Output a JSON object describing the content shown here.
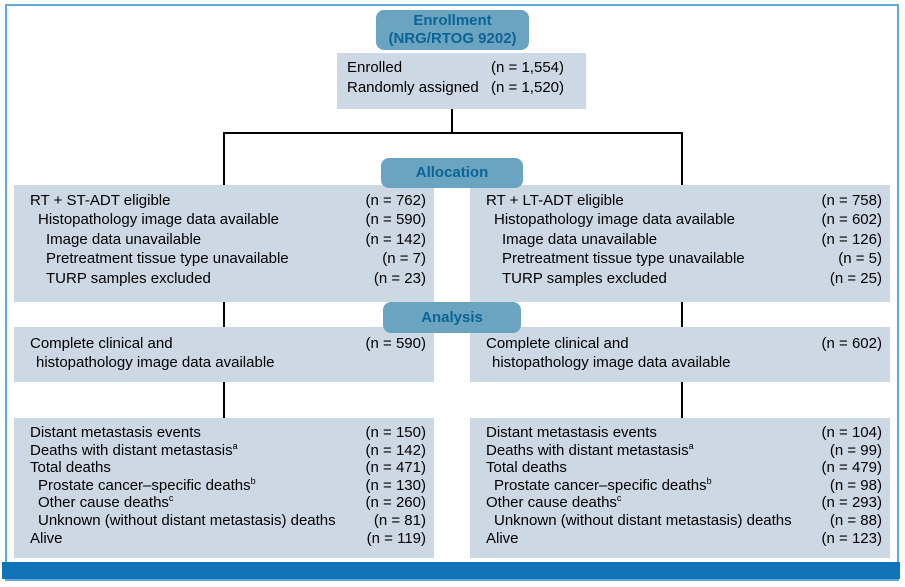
{
  "colors": {
    "header_fill": "#6ba4c1",
    "header_text": "#0b6494",
    "box_fill": "#ccd8e4",
    "connector": "#000000",
    "outer_border": "#63a8da",
    "footer_bar": "#0f74b8"
  },
  "enrollment": {
    "header_line1": "Enrollment",
    "header_line2": "(NRG/RTOG 9202)",
    "rows": [
      {
        "label": "Enrolled",
        "value": "(n = 1,554)"
      },
      {
        "label": "Randomly assigned",
        "value": "(n = 1,520)"
      }
    ]
  },
  "allocation": {
    "header": "Allocation",
    "left": {
      "rows": [
        {
          "label": "RT + ST-ADT eligible",
          "value": "(n = 762)"
        },
        {
          "label": "Histopathology image data available",
          "value": "(n = 590)"
        },
        {
          "label": "Image data unavailable",
          "value": "(n = 142)"
        },
        {
          "label": "Pretreatment tissue type unavailable",
          "value": "(n = 7)"
        },
        {
          "label": "TURP samples excluded",
          "value": "(n = 23)"
        }
      ]
    },
    "right": {
      "rows": [
        {
          "label": "RT + LT-ADT eligible",
          "value": "(n = 758)"
        },
        {
          "label": "Histopathology image data available",
          "value": "(n = 602)"
        },
        {
          "label": "Image data unavailable",
          "value": "(n = 126)"
        },
        {
          "label": "Pretreatment tissue type unavailable",
          "value": "(n = 5)"
        },
        {
          "label": "TURP samples excluded",
          "value": "(n = 25)"
        }
      ]
    }
  },
  "analysis": {
    "header": "Analysis",
    "left": {
      "line1": "Complete clinical and",
      "line2": "histopathology image data available",
      "value": "(n = 590)"
    },
    "right": {
      "line1": "Complete clinical and",
      "line2": "histopathology image data available",
      "value": "(n = 602)"
    }
  },
  "outcomes": {
    "left": {
      "rows": [
        {
          "label": "Distant metastasis events",
          "sup": "",
          "value": "(n = 150)"
        },
        {
          "label": "Deaths with distant metastasis",
          "sup": "a",
          "value": "(n = 142)"
        },
        {
          "label": "Total deaths",
          "sup": "",
          "value": "(n = 471)"
        },
        {
          "label": "Prostate cancer–specific deaths",
          "sup": "b",
          "value": "(n = 130)"
        },
        {
          "label": "Other cause deaths",
          "sup": "c",
          "value": "(n = 260)"
        },
        {
          "label": "Unknown (without distant metastasis) deaths",
          "sup": "",
          "value": "(n = 81)"
        },
        {
          "label": "Alive",
          "sup": "",
          "value": "(n = 119)"
        }
      ]
    },
    "right": {
      "rows": [
        {
          "label": "Distant metastasis events",
          "sup": "",
          "value": "(n = 104)"
        },
        {
          "label": "Deaths with distant metastasis",
          "sup": "a",
          "value": "(n = 99)"
        },
        {
          "label": "Total deaths",
          "sup": "",
          "value": "(n = 479)"
        },
        {
          "label": "Prostate cancer–specific deaths",
          "sup": "b",
          "value": "(n = 98)"
        },
        {
          "label": "Other cause deaths",
          "sup": "c",
          "value": "(n = 293)"
        },
        {
          "label": "Unknown (without distant metastasis) deaths",
          "sup": "",
          "value": "(n = 88)"
        },
        {
          "label": "Alive",
          "sup": "",
          "value": "(n = 123)"
        }
      ]
    }
  }
}
